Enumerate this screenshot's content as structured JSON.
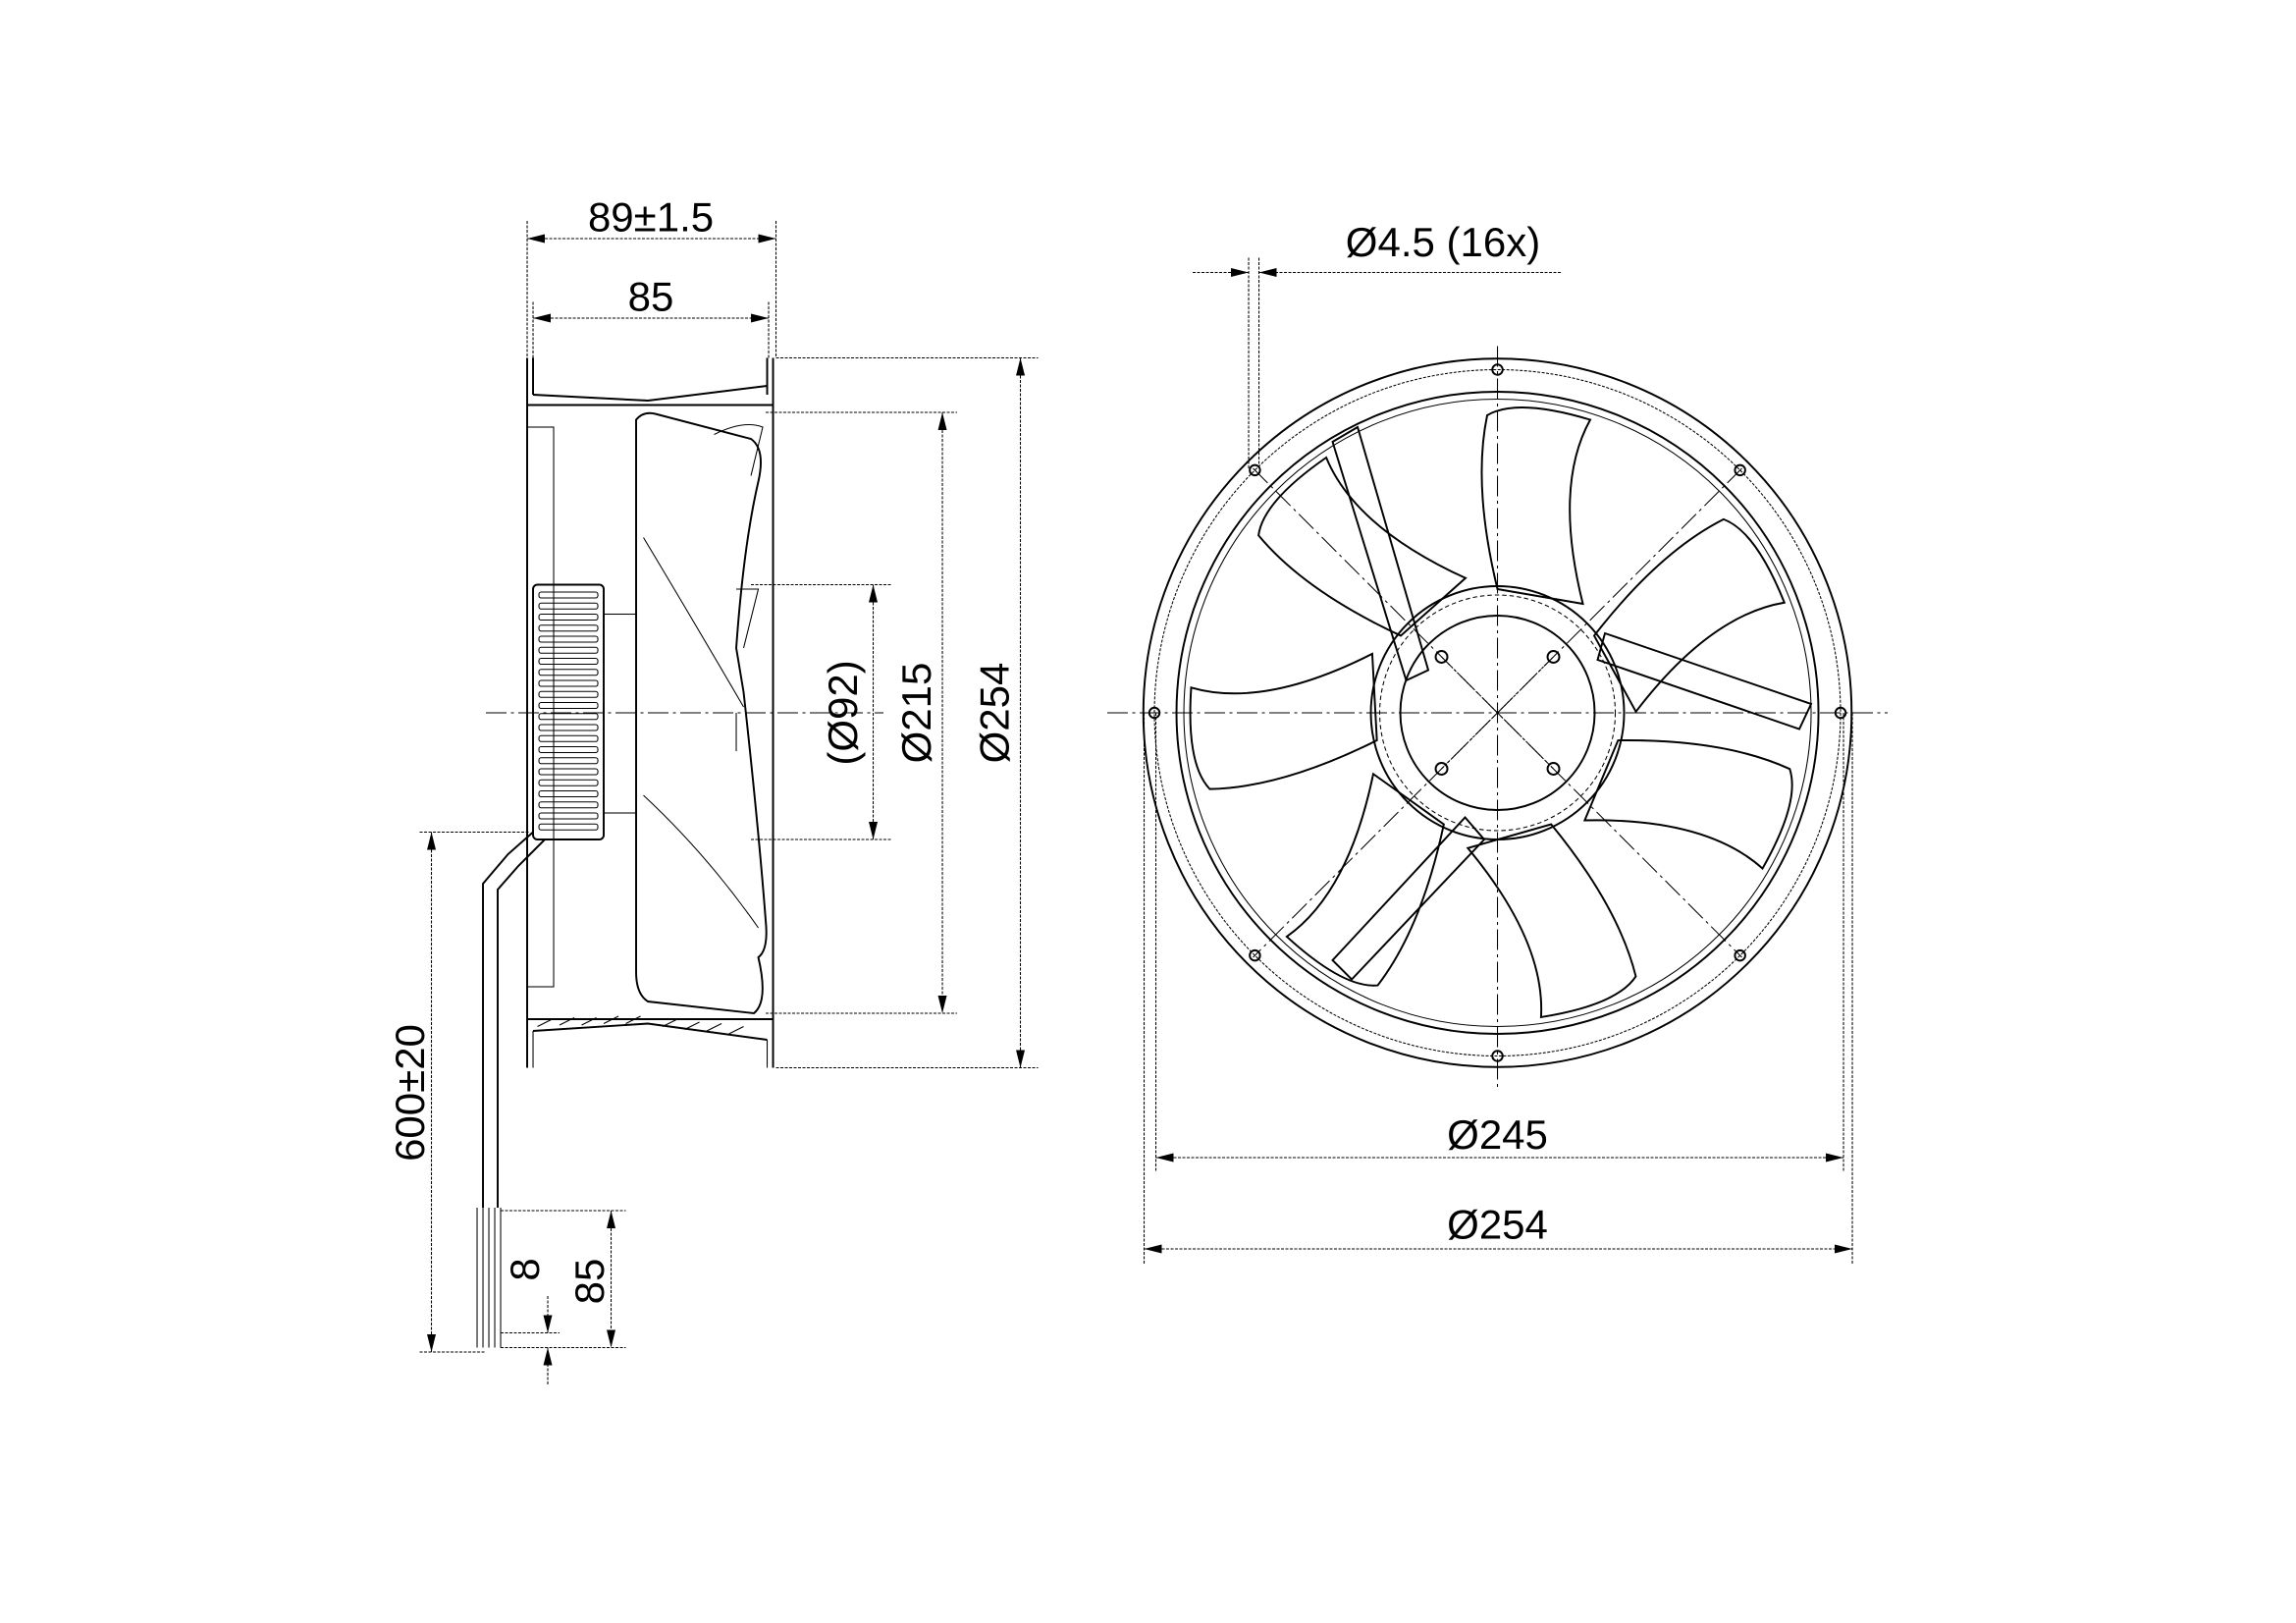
{
  "drawing": {
    "side_view": {
      "overall_depth": "89±1.5",
      "frame_depth": "85",
      "hub_diameter": "(Ø92)",
      "impeller_diameter": "Ø215",
      "frame_diameter": "Ø254",
      "cable_length": "600±20",
      "strip_length": "8",
      "lead_length": "85"
    },
    "front_view": {
      "hole_spec": "Ø4.5 (16x)",
      "bolt_circle": "Ø245",
      "outer_diameter": "Ø254"
    },
    "blade_count": 7
  }
}
